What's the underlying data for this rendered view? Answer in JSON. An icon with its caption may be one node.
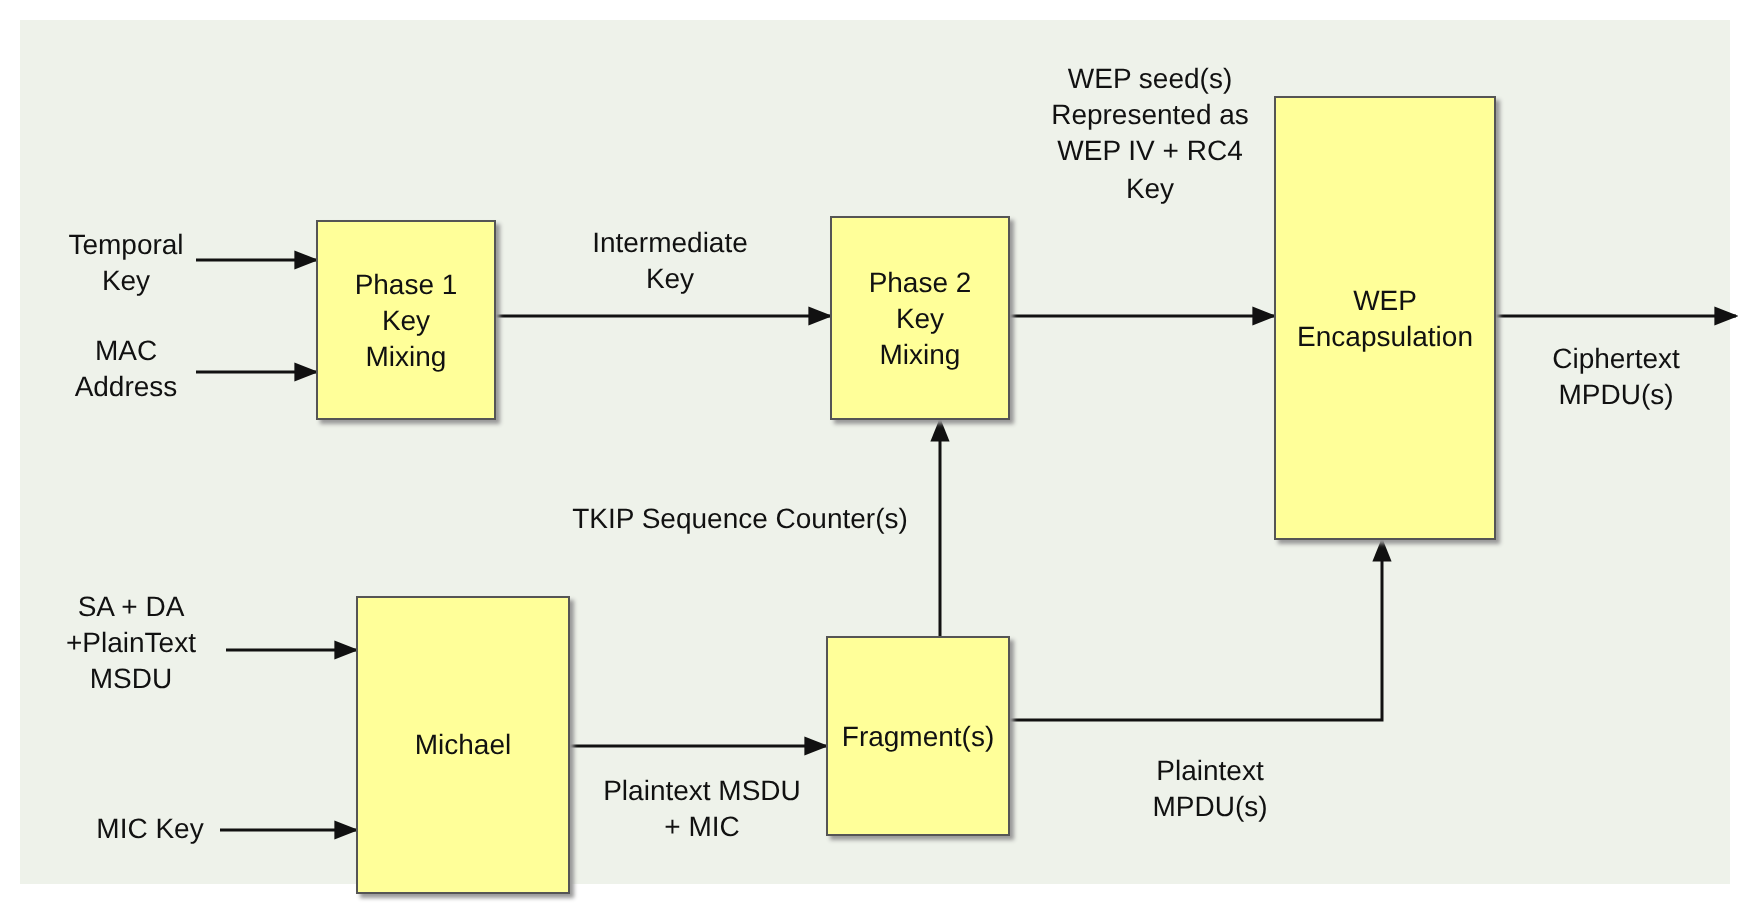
{
  "diagram": {
    "nodes": [
      {
        "text": [
          "Temporal Key"
        ]
      },
      {
        "text": [
          "MAC Address"
        ]
      },
      {
        "text": [
          "Phase 1 Key Mixing"
        ]
      },
      {
        "text": [
          "Phase 2 Key Mixing"
        ]
      },
      {
        "text": [
          "WEP Encapsulation"
        ]
      },
      {
        "text": [
          "SA + DA +PlainText MSDU"
        ]
      },
      {
        "text": [
          "MIC Key"
        ]
      },
      {
        "text": [
          "Michael"
        ]
      },
      {
        "text": [
          "Fragment(s)"
        ]
      }
    ],
    "edges": [
      {
        "from": 0,
        "to": 2,
        "arrow": "to"
      },
      {
        "from": 1,
        "to": 2,
        "arrow": "to"
      },
      {
        "from": 2,
        "to": 3,
        "arrow": "to",
        "label": "Intermediate Key"
      },
      {
        "from": 3,
        "to": 4,
        "arrow": "to",
        "label": "WEP seed(s) Represented as WEP IV + RC4 Key"
      },
      {
        "from": 4,
        "to": null,
        "arrow": "to",
        "label": "Ciphertext MPDU(s)"
      },
      {
        "from": 5,
        "to": 7,
        "arrow": "to"
      },
      {
        "from": 6,
        "to": 7,
        "arrow": "to"
      },
      {
        "from": 7,
        "to": 8,
        "arrow": "to",
        "label": "Plaintext MSDU + MIC"
      },
      {
        "from": 8,
        "to": 3,
        "arrow": "to",
        "label": "TKIP Sequence Counter(s)"
      },
      {
        "from": 8,
        "to": 4,
        "arrow": "to",
        "label": "Plaintext MPDU(s)"
      }
    ]
  }
}
